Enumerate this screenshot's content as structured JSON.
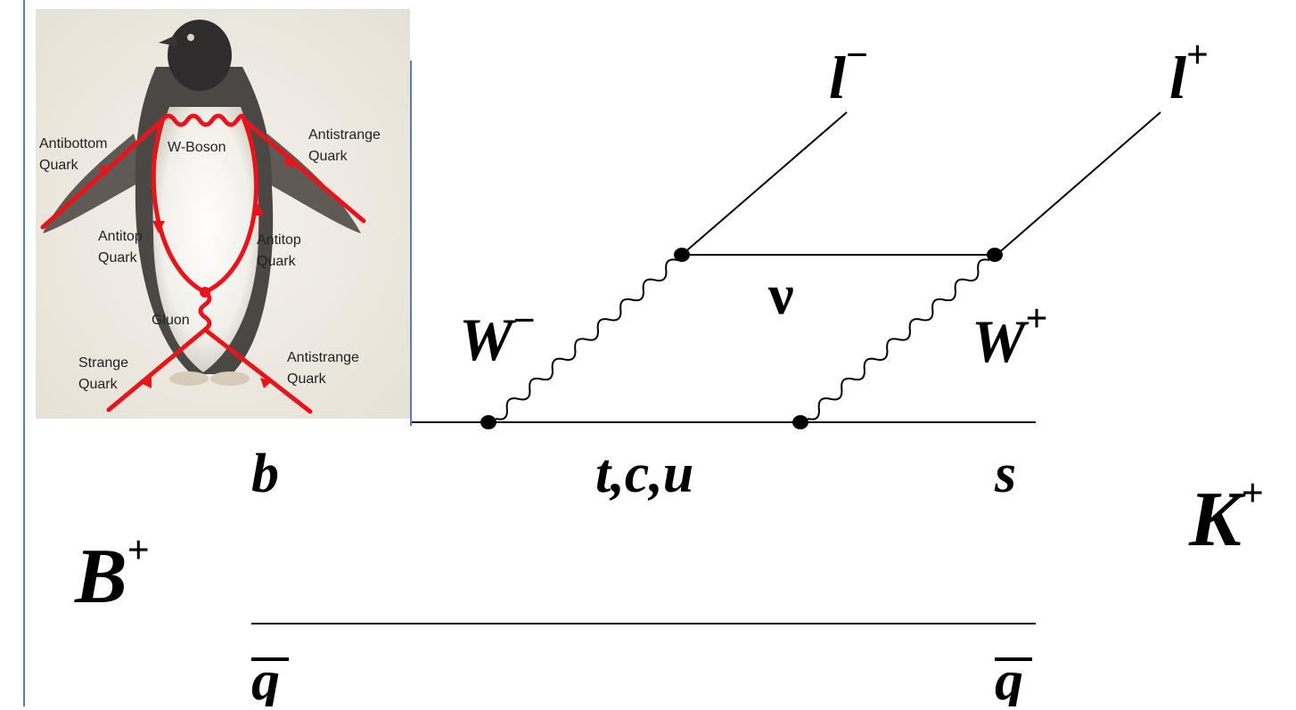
{
  "penguin_panel": {
    "labels": {
      "antibottom": [
        "Antibottom",
        "Quark"
      ],
      "w_boson": "W-Boson",
      "antistrange_top": [
        "Antistrange",
        "Quark"
      ],
      "antitop_left": [
        "Antitop",
        "Quark"
      ],
      "antitop_right": [
        "Antitop",
        "Quark"
      ],
      "gluon": "Gluon",
      "strange": [
        "Strange",
        "Quark"
      ],
      "antistrange_bottom": [
        "Antistrange",
        "Quark"
      ]
    }
  },
  "feynman": {
    "lepton_minus": "l",
    "lepton_minus_sup": "−",
    "lepton_plus": "l",
    "lepton_plus_sup": "+",
    "neutrino": "ν",
    "w_minus": "W",
    "w_minus_sup": "−",
    "w_plus": "W",
    "w_plus_sup": "+",
    "b_quark": "b",
    "internal_quarks": "t,c,u",
    "s_quark": "s",
    "b_meson": "B",
    "b_meson_sup": "+",
    "k_meson": "K",
    "k_meson_sup": "+",
    "spectator_left": "q",
    "spectator_right": "q"
  },
  "colors": {
    "penguin_lines": "#e8141c",
    "diagram_lines": "#000000",
    "panel_rule": "#5a7fb8"
  }
}
